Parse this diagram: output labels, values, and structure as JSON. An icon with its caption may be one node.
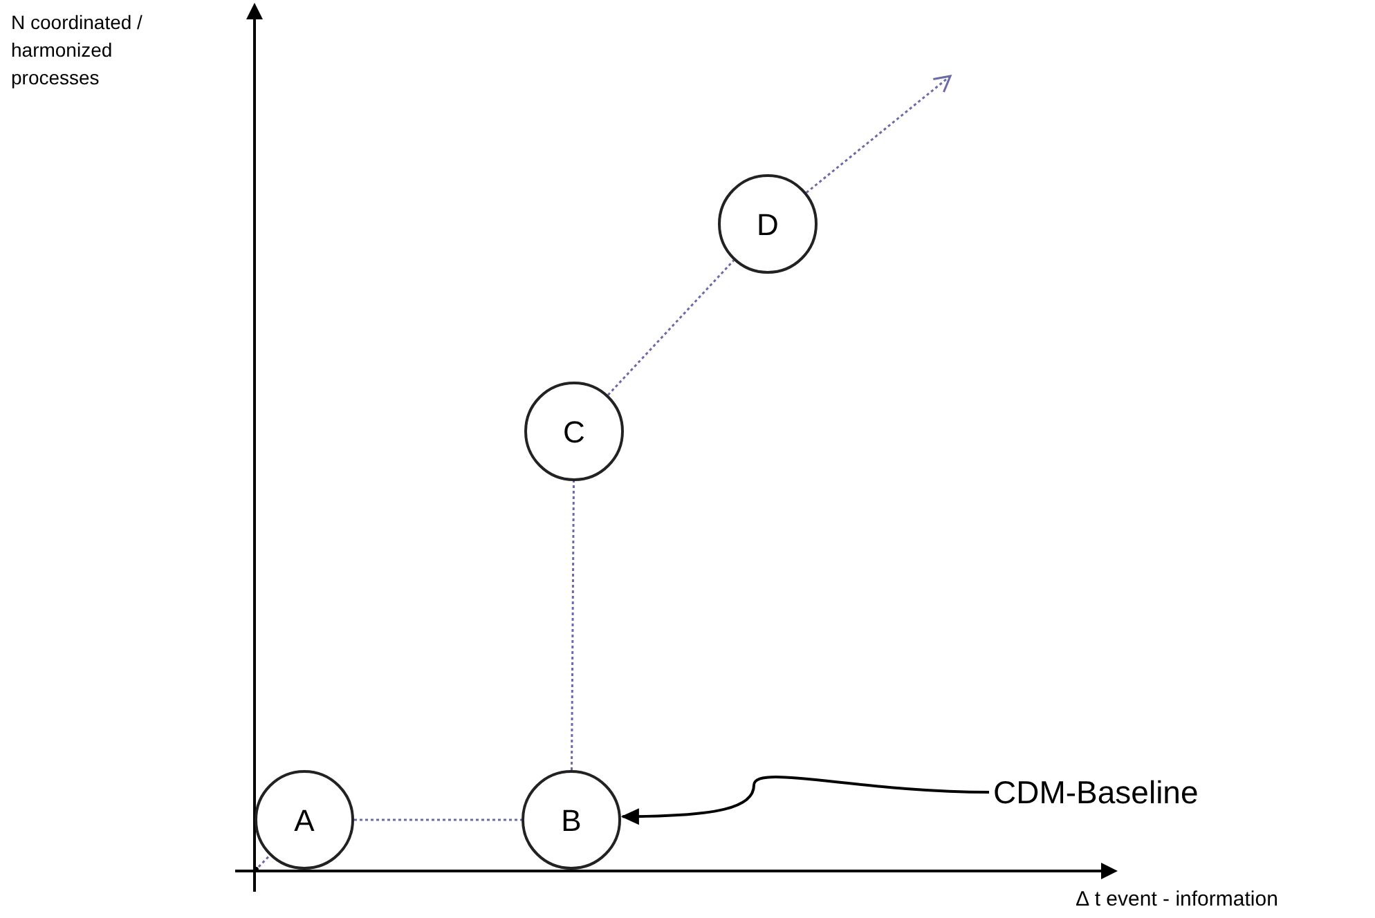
{
  "diagram": {
    "nodes": [
      {
        "text": [
          "A"
        ]
      },
      {
        "text": [
          "B"
        ]
      },
      {
        "text": [
          "C"
        ]
      },
      {
        "text": [
          "D"
        ]
      },
      {
        "text": [
          "CDM-Baseline"
        ]
      },
      {
        "text": [],
        "shape": "point"
      }
    ],
    "edges": [
      {
        "from": 5,
        "to": 0,
        "arrow": "none",
        "style": "dashed",
        "color": "#6a6aa8"
      },
      {
        "from": 0,
        "to": 1,
        "arrow": "none",
        "style": "dashed",
        "color": "#6a6aa8"
      },
      {
        "from": 1,
        "to": 2,
        "arrow": "none",
        "style": "dashed",
        "color": "#6a6aa8"
      },
      {
        "from": 2,
        "to": 3,
        "arrow": "none",
        "style": "dashed",
        "color": "#6a6aa8"
      },
      {
        "from": 3,
        "to": null,
        "arrow": "to",
        "style": "dashed",
        "color": "#6a6aa8"
      },
      {
        "from": 4,
        "to": 1,
        "arrow": "to",
        "color": "#000000"
      }
    ],
    "labels": [
      "N coordinated / harmonized processes",
      "∆ t event - information"
    ]
  }
}
